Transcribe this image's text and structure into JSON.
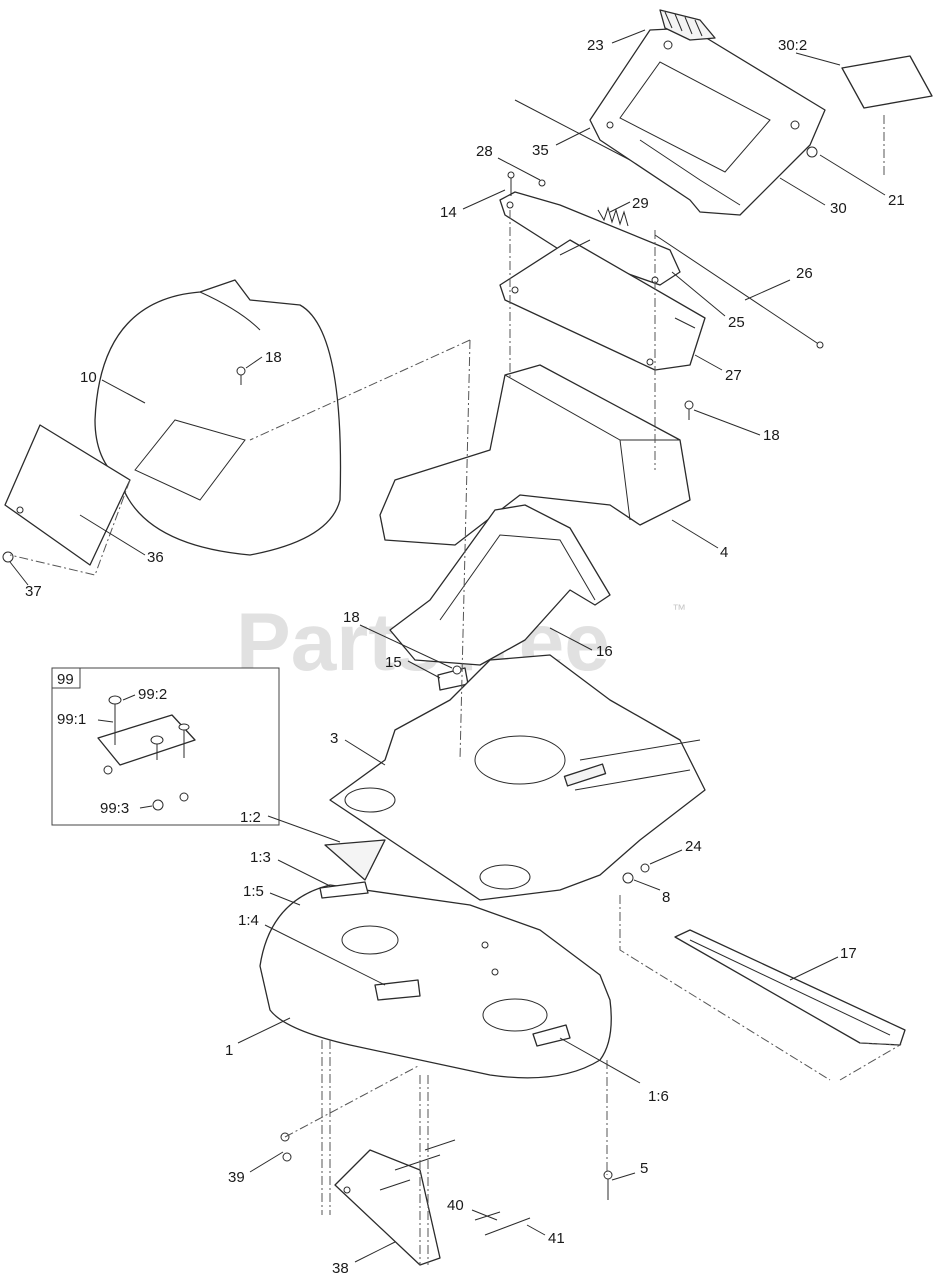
{
  "watermark": {
    "text": "PartsTree",
    "trademark": "™"
  },
  "inset": {
    "label": "99"
  },
  "callouts": [
    {
      "id": "c23",
      "text": "23"
    },
    {
      "id": "c30-2",
      "text": "30:2"
    },
    {
      "id": "c35",
      "text": "35"
    },
    {
      "id": "c28",
      "text": "28"
    },
    {
      "id": "c14",
      "text": "14"
    },
    {
      "id": "c29",
      "text": "29"
    },
    {
      "id": "c30",
      "text": "30"
    },
    {
      "id": "c21",
      "text": "21"
    },
    {
      "id": "c26",
      "text": "26"
    },
    {
      "id": "c25",
      "text": "25"
    },
    {
      "id": "c27",
      "text": "27"
    },
    {
      "id": "c10",
      "text": "10"
    },
    {
      "id": "c18a",
      "text": "18"
    },
    {
      "id": "c18b",
      "text": "18"
    },
    {
      "id": "c4",
      "text": "4"
    },
    {
      "id": "c36",
      "text": "36"
    },
    {
      "id": "c37",
      "text": "37"
    },
    {
      "id": "c18c",
      "text": "18"
    },
    {
      "id": "c15",
      "text": "15"
    },
    {
      "id": "c16",
      "text": "16"
    },
    {
      "id": "c99-2",
      "text": "99:2"
    },
    {
      "id": "c99-1",
      "text": "99:1"
    },
    {
      "id": "c99-3",
      "text": "99:3"
    },
    {
      "id": "c3",
      "text": "3"
    },
    {
      "id": "c1-2",
      "text": "1:2"
    },
    {
      "id": "c24",
      "text": "24"
    },
    {
      "id": "c1-3",
      "text": "1:3"
    },
    {
      "id": "c8",
      "text": "8"
    },
    {
      "id": "c1-5",
      "text": "1:5"
    },
    {
      "id": "c1-4",
      "text": "1:4"
    },
    {
      "id": "c17",
      "text": "17"
    },
    {
      "id": "c1",
      "text": "1"
    },
    {
      "id": "c1-6",
      "text": "1:6"
    },
    {
      "id": "c39",
      "text": "39"
    },
    {
      "id": "c5",
      "text": "5"
    },
    {
      "id": "c40",
      "text": "40"
    },
    {
      "id": "c41",
      "text": "41"
    },
    {
      "id": "c38",
      "text": "38"
    }
  ]
}
